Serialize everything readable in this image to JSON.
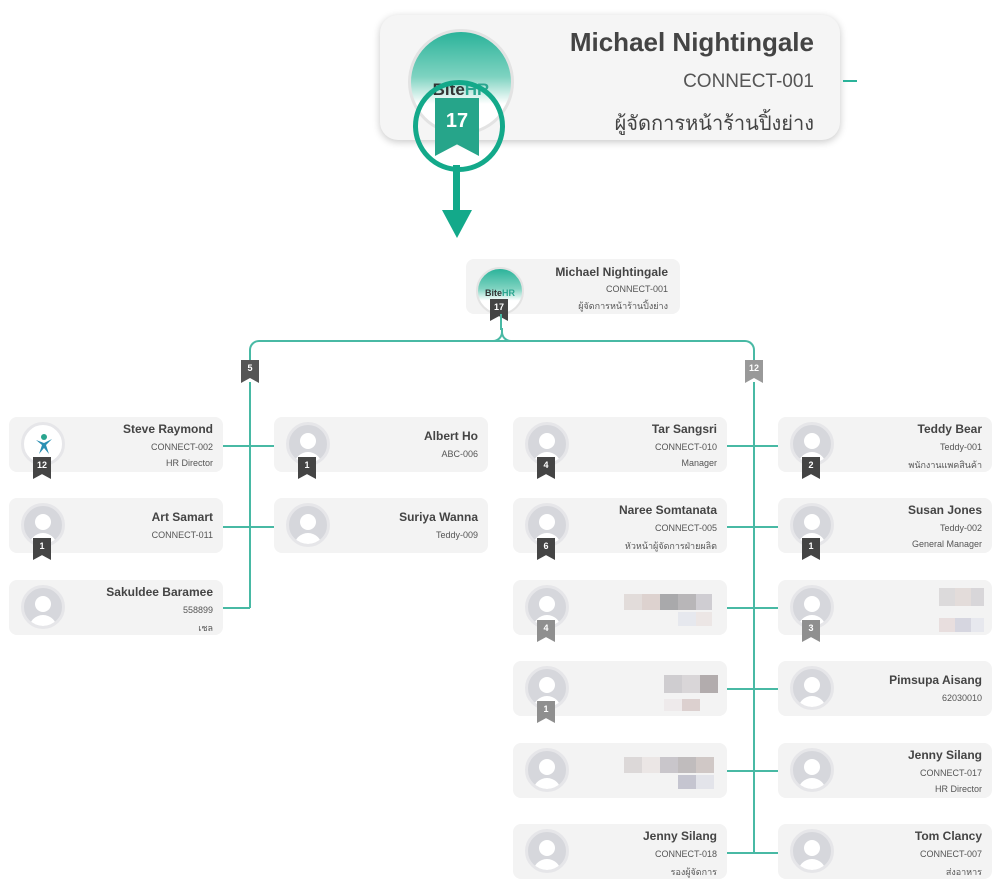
{
  "zoom": {
    "name": "Michael Nightingale",
    "code": "CONNECT-001",
    "position": "ผู้จัดการหน้าร้านปิ้งย่าง",
    "logo_brand": "Bite",
    "logo_brand_hr": "HR",
    "count": "17"
  },
  "root": {
    "name": "Michael Nightingale",
    "code": "CONNECT-001",
    "position": "ผู้จัดการหน้าร้านปิ้งย่าง",
    "logo_brand": "Bite",
    "logo_brand_hr": "HR",
    "count": "17"
  },
  "left_group": {
    "count": "5"
  },
  "right_group": {
    "count": "12"
  },
  "employees": {
    "steve": {
      "name": "Steve Raymond",
      "code": "CONNECT-002",
      "position": "HR Director",
      "count": "12"
    },
    "albert": {
      "name": "Albert Ho",
      "code": "ABC-006",
      "count": "1"
    },
    "art": {
      "name": "Art Samart",
      "code": "CONNECT-011",
      "count": "1"
    },
    "suriya": {
      "name": "Suriya Wanna",
      "code": "Teddy-009"
    },
    "sakuldee": {
      "name": "Sakuldee Baramee",
      "code": "558899",
      "position": "เชล"
    },
    "tar": {
      "name": "Tar Sangsri",
      "code": "CONNECT-010",
      "position": "Manager",
      "count": "4"
    },
    "teddy": {
      "name": "Teddy Bear",
      "code": "Teddy-001",
      "position": "พนักงานแพคสินค้า",
      "count": "2"
    },
    "naree": {
      "name": "Naree Somtanata",
      "code": "CONNECT-005",
      "position": "หัวหน้าผู้จัดการฝ่ายผลิต",
      "count": "6"
    },
    "susan": {
      "name": "Susan Jones",
      "code": "Teddy-002",
      "position": "General Manager",
      "count": "1"
    },
    "blurred1": {
      "count": "4"
    },
    "blurred2": {
      "count": "3"
    },
    "blurred3": {
      "count": "1"
    },
    "pimsupa": {
      "name": "Pimsupa Aisang",
      "code": "62030010"
    },
    "jennyR": {
      "name": "Jenny Silang",
      "code": "CONNECT-017",
      "position": "HR Director"
    },
    "jennyL": {
      "name": "Jenny Silang",
      "code": "CONNECT-018",
      "position": "รองผู้จัดการ"
    },
    "tom": {
      "name": "Tom Clancy",
      "code": "CONNECT-007",
      "position": "ส่งอาหาร"
    }
  },
  "colors": {
    "accent": "#13a98a",
    "line": "#48b9a4",
    "card": "#f3f3f3",
    "badge_dark": "#444444",
    "badge_gray": "#8f8f8f"
  }
}
